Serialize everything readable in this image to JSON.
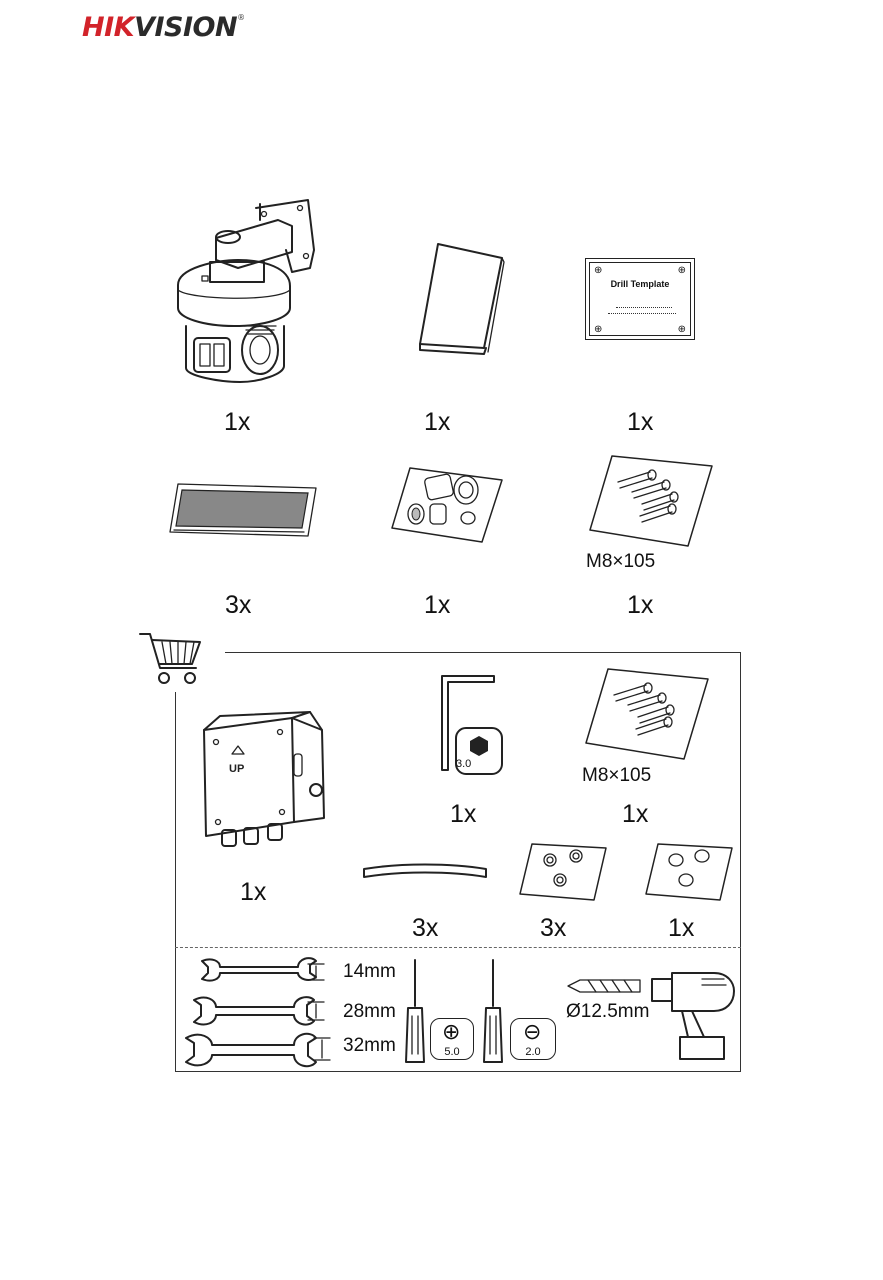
{
  "brand": {
    "part1": "HIK",
    "part2": "VISION",
    "registered": "®"
  },
  "standard_items": [
    {
      "icon": "ptz-camera-with-wall-bracket",
      "qty": "1x"
    },
    {
      "icon": "user-manual-booklet",
      "qty": "1x"
    },
    {
      "icon": "drill-template-sheet",
      "qty": "1x",
      "label": "Drill Template"
    },
    {
      "icon": "desiccant-bag",
      "qty": "3x"
    },
    {
      "icon": "waterproof-connector-kit",
      "qty": "1x"
    },
    {
      "icon": "expansion-screw-bag",
      "qty": "1x",
      "spec": "M8×105"
    }
  ],
  "optional_section": {
    "icon": "shopping-cart-icon",
    "items": [
      {
        "icon": "junction-box",
        "qty": "1x"
      },
      {
        "icon": "hex-key",
        "qty": "1x",
        "size": "3.0"
      },
      {
        "icon": "expansion-screw-bag",
        "qty": "1x",
        "spec": "M8×105"
      },
      {
        "icon": "waterproof-tube",
        "qty": "3x"
      },
      {
        "icon": "waterproof-plug-bag",
        "qty": "3x"
      },
      {
        "icon": "waterproof-plug-bag",
        "qty": "1x"
      }
    ],
    "tools": {
      "wrenches": [
        "14mm",
        "28mm",
        "32mm"
      ],
      "phillips_screwdriver_size": "5.0",
      "flat_screwdriver_size": "2.0",
      "drill_bit": "Ø12.5mm"
    }
  },
  "colors": {
    "brand_red": "#d2232a",
    "line": "#222222",
    "desiccant": "#888888"
  }
}
